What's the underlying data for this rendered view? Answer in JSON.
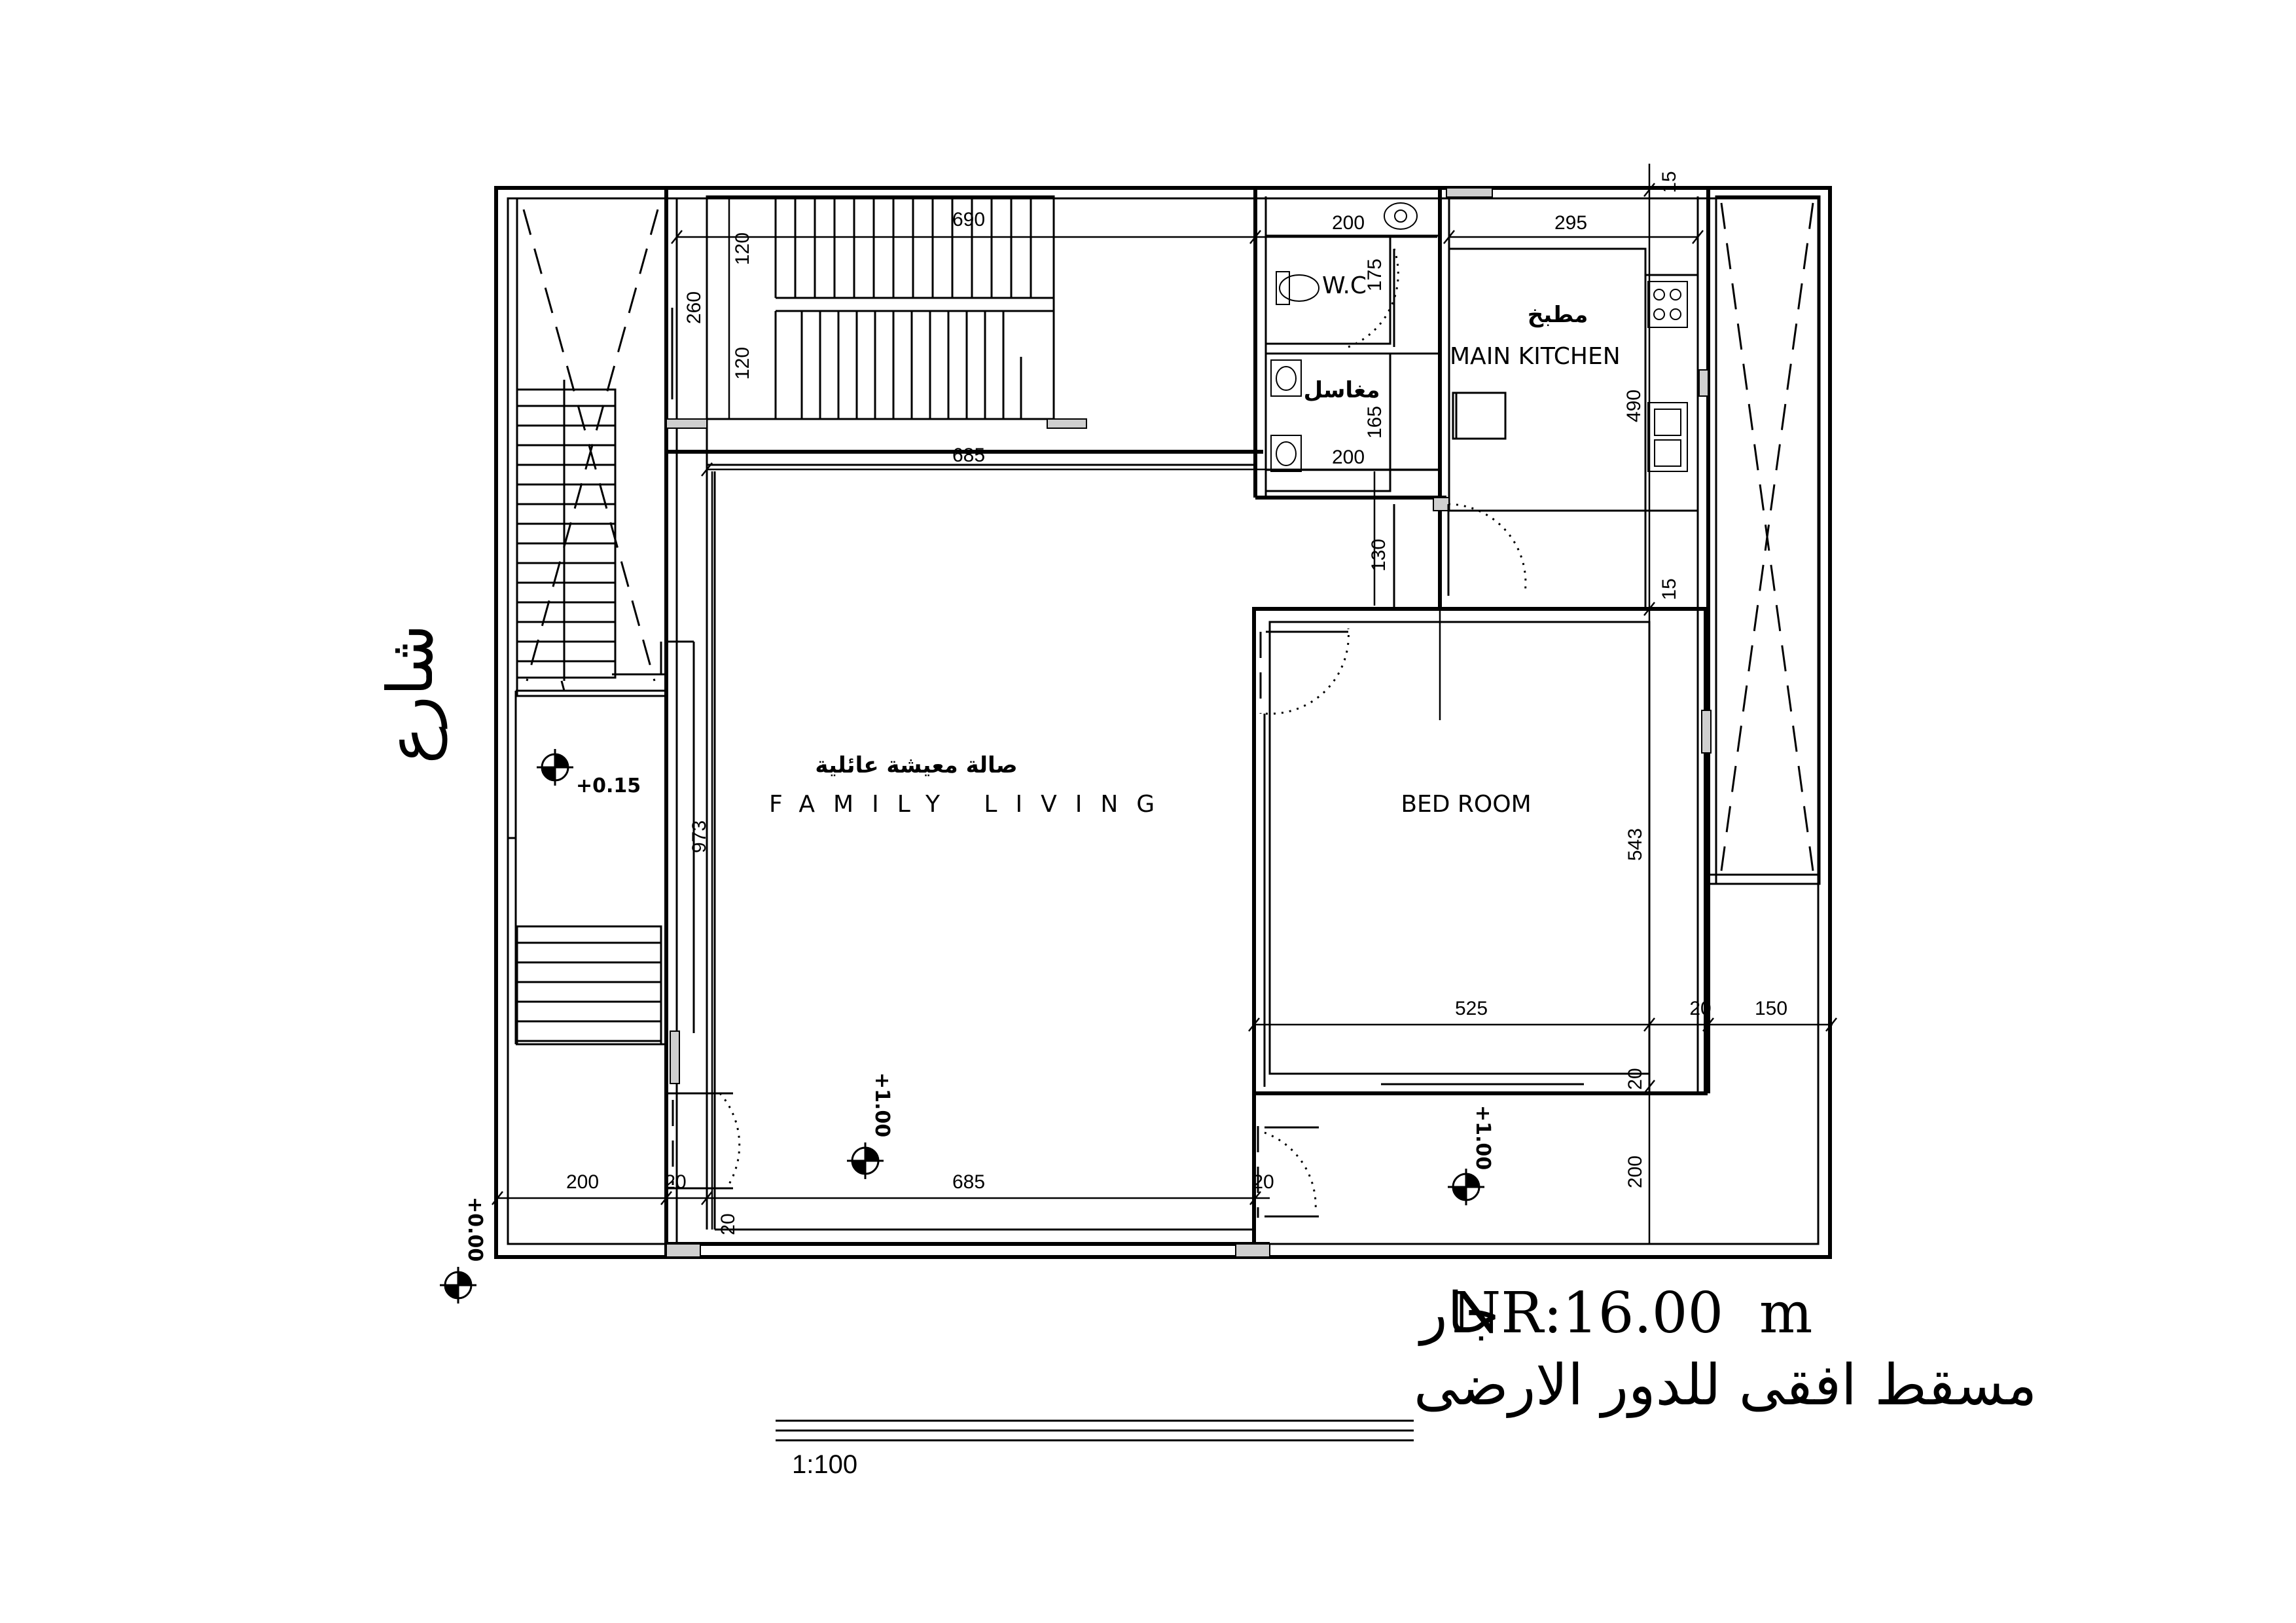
{
  "rooms": {
    "family_living_ar": "صالة معيشة عائلية",
    "family_living_en": "FAMILY LIVING",
    "bed_room": "BED ROOM",
    "kitchen_ar": "مطبخ",
    "kitchen_en": "MAIN KITCHEN",
    "wc": "W.C",
    "sinks_ar": "مغاسل"
  },
  "levels": {
    "entrance": "+0.15",
    "living": "+1.00",
    "outdoor": "+1.00",
    "ground": "+0.00"
  },
  "dimensions": {
    "top_stair_width": "690",
    "top_wc_width": "200",
    "top_kitchen_width": "295",
    "top_right_gap": "15",
    "stair_height_left": "260",
    "stair_run_a": "120",
    "stair_run_b": "120",
    "wc_height": "175",
    "sinks_height": "165",
    "sinks_width": "200",
    "kitchen_height": "490",
    "living_top_width": "685",
    "passage_height": "130",
    "right_gap_2": "15",
    "living_height": "973",
    "bed_height": "543",
    "bed_width": "525",
    "right_small": "20",
    "right_setback": "150",
    "bed_wall_bottom": "20",
    "side_bottom": "200",
    "bottom_left": "200",
    "bottom_small_1": "20",
    "bottom_living": "685",
    "bottom_small_2": "20",
    "bottom_small_3": "20"
  },
  "street": "شارع",
  "neighbor": {
    "label_ar": "جار",
    "value": "NR:16.00  m"
  },
  "drawing_title": "مسقط افقى للدور الارضى",
  "scale": "1:100"
}
